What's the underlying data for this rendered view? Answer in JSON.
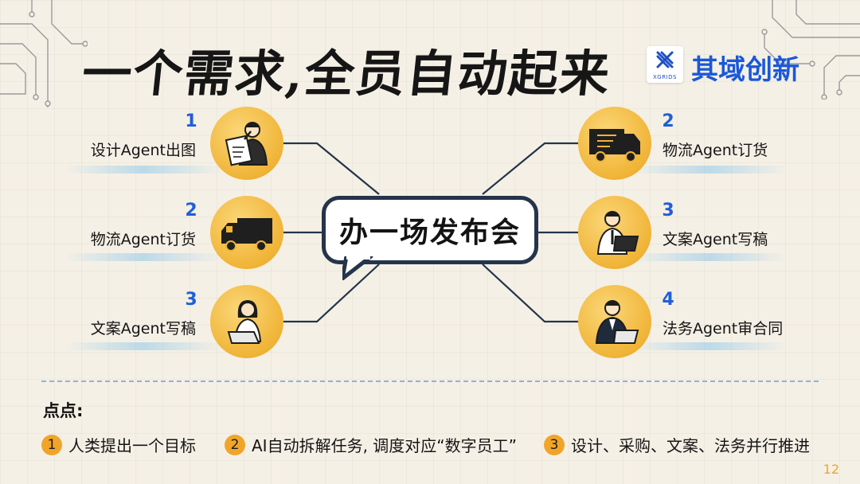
{
  "title": "一个需求,全员自动起来",
  "brand": {
    "logo_sub": "XGRIDS",
    "name": "其域创新"
  },
  "hub": {
    "label": "办一场发布会"
  },
  "left_nodes": [
    {
      "num": "1",
      "label": "设计Agent出图",
      "icon": "designer-drawing-icon"
    },
    {
      "num": "2",
      "label": "物流Agent订货",
      "icon": "delivery-truck-icon"
    },
    {
      "num": "3",
      "label": "文案Agent写稿",
      "icon": "woman-laptop-icon"
    }
  ],
  "right_nodes": [
    {
      "num": "2",
      "label": "物流Agent订货",
      "icon": "delivery-truck-icon"
    },
    {
      "num": "3",
      "label": "文案Agent写稿",
      "icon": "man-laptop-icon"
    },
    {
      "num": "4",
      "label": "法务Agent审合同",
      "icon": "lawyer-laptop-icon"
    }
  ],
  "points": {
    "title": "点点:",
    "items": [
      {
        "num": "1",
        "text": "人类提出一个目标"
      },
      {
        "num": "2",
        "text": "AI自动拆解任务, 调度对应“数字员工”"
      },
      {
        "num": "3",
        "text": "设计、采购、文案、法务并行推进"
      }
    ]
  },
  "page_number": "12",
  "colors": {
    "accent_blue": "#1f5fd8",
    "orange": "#f0a52a",
    "hub_border": "#24344a"
  }
}
